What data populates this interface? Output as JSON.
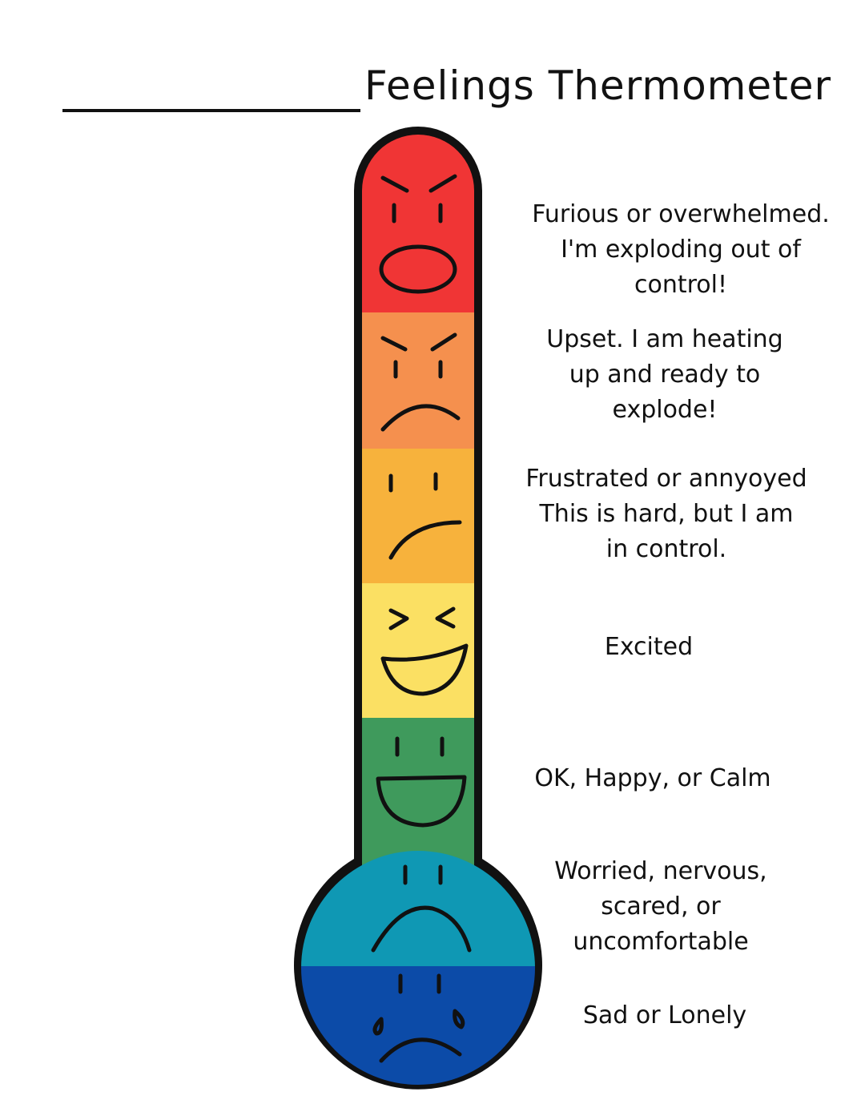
{
  "page": {
    "title": "Feelings Thermometer"
  },
  "levels": [
    {
      "label": "Furious or overwhelmed.\nI'm exploding out of\ncontrol!",
      "color": "#f03535",
      "face": "furious-face-icon"
    },
    {
      "label": "Upset.  I am heating\nup and ready to\nexplode!",
      "color": "#f5904e",
      "face": "upset-face-icon"
    },
    {
      "label": "Frustrated or annyoyed\nThis is hard, but I am\nin control.",
      "color": "#f7b23c",
      "face": "frustrated-face-icon"
    },
    {
      "label": "Excited",
      "color": "#fbe063",
      "face": "excited-face-icon"
    },
    {
      "label": "OK, Happy, or Calm",
      "color": "#3f9a5c",
      "face": "happy-face-icon"
    },
    {
      "label": "Worried, nervous,\nscared, or\nuncomfortable",
      "color": "#0f98b4",
      "face": "worried-face-icon"
    },
    {
      "label": "Sad or Lonely",
      "color": "#0c4ba8",
      "face": "sad-face-icon"
    }
  ]
}
